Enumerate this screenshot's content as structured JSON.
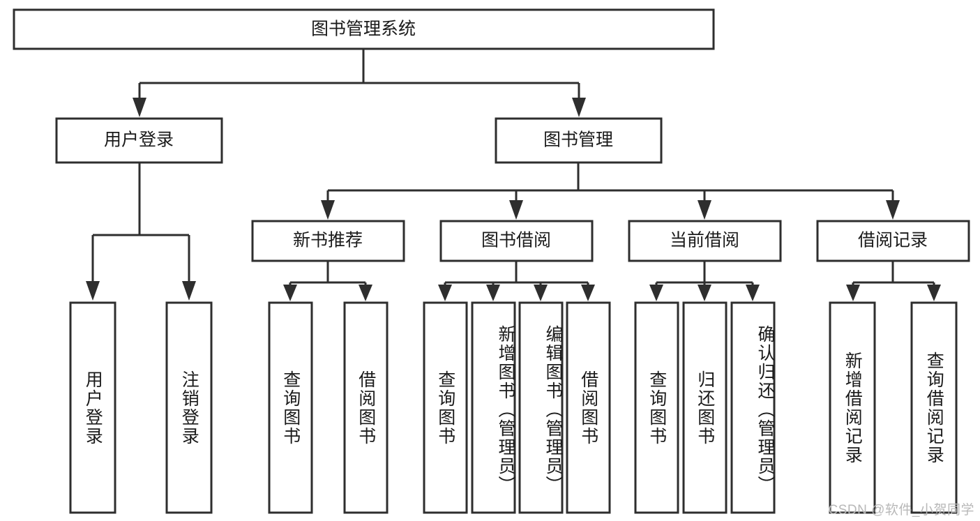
{
  "diagram": {
    "title": "图书管理系统",
    "watermark": "CSDN @软件_小贺同学",
    "colors": {
      "stroke": "#2e2e2e",
      "box_fill": "#ffffff",
      "text": "#1a1a1a",
      "background": "#ffffff",
      "watermark": "#b8b8b8"
    },
    "root": {
      "label": "图书管理系统"
    },
    "level2": [
      {
        "label": "用户登录"
      },
      {
        "label": "图书管理"
      }
    ],
    "level3": [
      {
        "label": "新书推荐"
      },
      {
        "label": "图书借阅"
      },
      {
        "label": "当前借阅"
      },
      {
        "label": "借阅记录"
      }
    ],
    "leaves": {
      "user_login": [
        {
          "label": "用户登录"
        },
        {
          "label": "注销登录"
        }
      ],
      "new_book_recommend": [
        {
          "label": "查询图书"
        },
        {
          "label": "借阅图书"
        }
      ],
      "book_borrow": [
        {
          "label": "查询图书"
        },
        {
          "label": "新增图书（管理员）"
        },
        {
          "label": "编辑图书（管理员）"
        },
        {
          "label": "借阅图书"
        }
      ],
      "current_borrow": [
        {
          "label": "查询图书"
        },
        {
          "label": "归还图书"
        },
        {
          "label": "确认归还（管理员）"
        }
      ],
      "borrow_record": [
        {
          "label": "新增借阅记录"
        },
        {
          "label": "查询借阅记录"
        }
      ]
    }
  }
}
